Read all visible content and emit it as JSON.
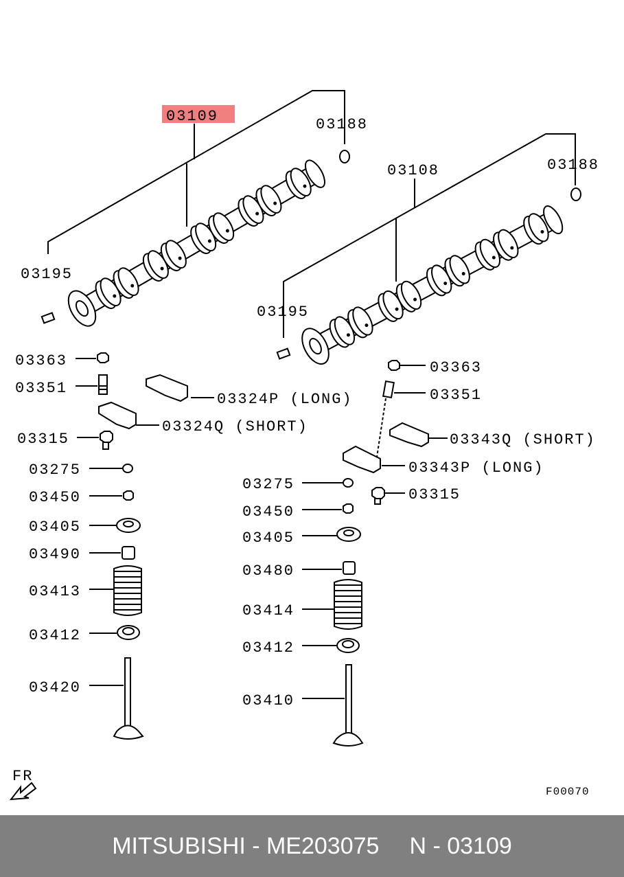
{
  "labels": {
    "p03109": "03109",
    "p03188_a": "03188",
    "p03188_b": "03188",
    "p03108": "03108",
    "p03195_a": "03195",
    "p03195_b": "03195",
    "p03363_a": "03363",
    "p03363_b": "03363",
    "p03351_a": "03351",
    "p03351_b": "03351",
    "p03324p": "03324P (LONG)",
    "p03324q": "03324Q (SHORT)",
    "p03343q": "03343Q (SHORT)",
    "p03343p": "03343P (LONG)",
    "p03315_a": "03315",
    "p03315_b": "03315",
    "p03275_a": "03275",
    "p03275_b": "03275",
    "p03450_a": "03450",
    "p03450_b": "03450",
    "p03405_a": "03405",
    "p03405_b": "03405",
    "p03490": "03490",
    "p03480": "03480",
    "p03413": "03413",
    "p03414": "03414",
    "p03412_a": "03412",
    "p03412_b": "03412",
    "p03420": "03420",
    "p03410": "03410",
    "fr": "FR",
    "figure_code": "F00070"
  },
  "highlight_color": "#f08080",
  "footer": {
    "brand_part": "MITSUBISHI - ME203075",
    "ref": "N - 03109"
  }
}
